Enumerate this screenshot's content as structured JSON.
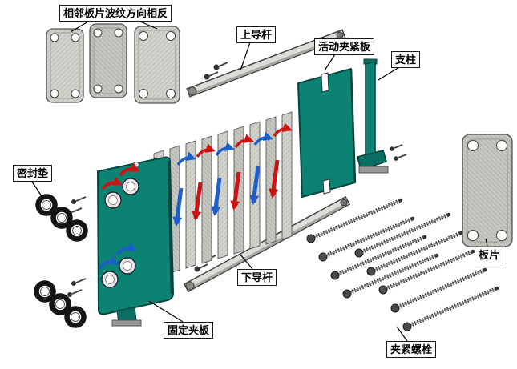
{
  "diagram": {
    "labels": {
      "adjacent_plates": "相邻板片波纹方向相反",
      "upper_guide_rod": "上导杆",
      "movable_clamping_plate": "活动夹紧板",
      "support_column": "支柱",
      "sealing_gasket": "密封垫",
      "plate": "板片",
      "fixed_clamping_plate": "固定夹板",
      "lower_guide_rod": "下导杆",
      "clamping_bolts": "夹紧螺栓"
    },
    "colors": {
      "frame_teal": "#0c8273",
      "frame_teal_dark": "#06463f",
      "hot_flow_red": "#cc1414",
      "cold_flow_blue": "#1c5fc8",
      "plate_gray": "#d2d2cc",
      "background": "#ffffff"
    }
  }
}
